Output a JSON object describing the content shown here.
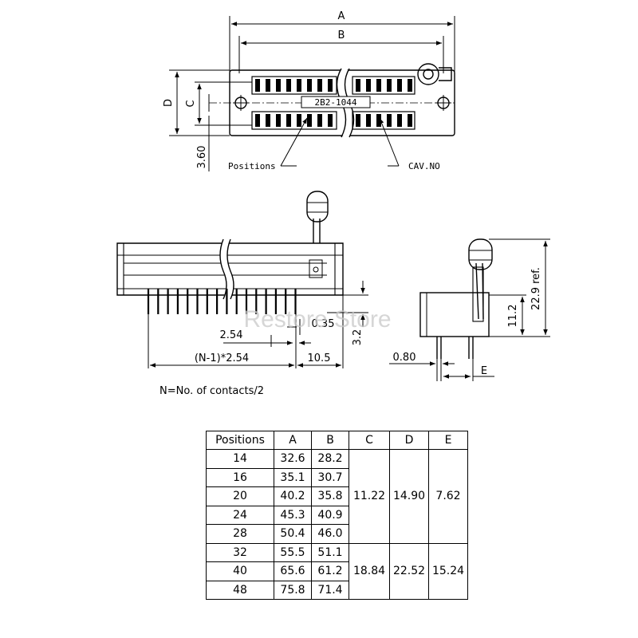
{
  "top_view": {
    "dim_a": "A",
    "dim_b": "B",
    "dim_c": "C",
    "dim_d": "D",
    "dim_360": "3.60",
    "callout_positions": "Positions",
    "callout_cav": "CAV.NO",
    "part_marking": "2B2-1044"
  },
  "front_view": {
    "dim_035": "0.35",
    "dim_254": "2.54",
    "dim_n1": "(N-1)*2.54",
    "dim_105": "10.5",
    "dim_32": "3.2",
    "note": "N=No. of contacts/2"
  },
  "side_view": {
    "dim_080": "0.80",
    "dim_e": "E",
    "dim_112": "11.2",
    "dim_229": "22.9 ref."
  },
  "watermark": "Restore Store",
  "table": {
    "headers": [
      "Positions",
      "A",
      "B",
      "C",
      "D",
      "E"
    ],
    "rows": [
      {
        "positions": "14",
        "a": "32.6",
        "b": "28.2"
      },
      {
        "positions": "16",
        "a": "35.1",
        "b": "30.7"
      },
      {
        "positions": "20",
        "a": "40.2",
        "b": "35.8"
      },
      {
        "positions": "24",
        "a": "45.3",
        "b": "40.9"
      },
      {
        "positions": "28",
        "a": "50.4",
        "b": "46.0"
      },
      {
        "positions": "32",
        "a": "55.5",
        "b": "51.1"
      },
      {
        "positions": "40",
        "a": "65.6",
        "b": "61.2"
      },
      {
        "positions": "48",
        "a": "75.8",
        "b": "71.4"
      }
    ],
    "group1": {
      "c": "11.22",
      "d": "14.90",
      "e": "7.62"
    },
    "group2": {
      "c": "18.84",
      "d": "22.52",
      "e": "15.24"
    }
  }
}
